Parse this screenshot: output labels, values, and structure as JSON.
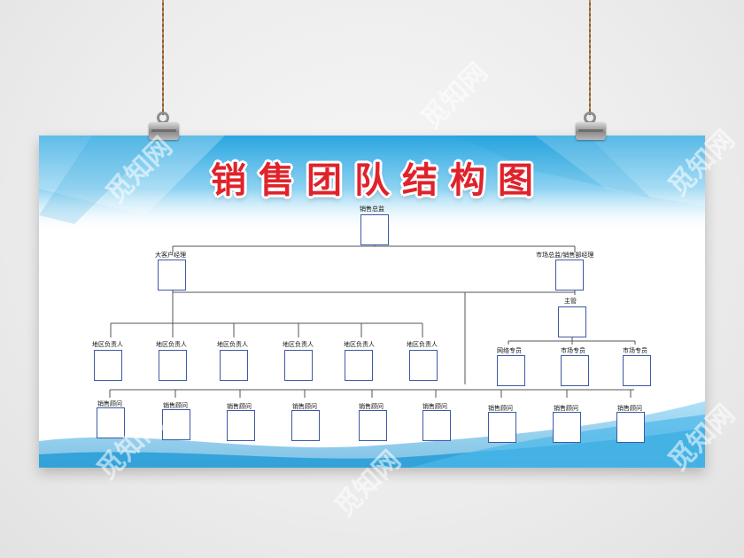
{
  "title": "销售团队结构图",
  "watermark": "觅知网",
  "colors": {
    "accent_red": "#e0222b",
    "box_border": "#3d5aa8",
    "line": "#555555",
    "blue": "#1e9ad6"
  },
  "nodes": {
    "director": "销售总监",
    "key_account_manager": "大客户经理",
    "marketing_director": "市场总监/销售部经理",
    "supervisor": "主管",
    "regional_managers": [
      "地区负责人",
      "地区负责人",
      "地区负责人",
      "地区负责人",
      "地区负责人",
      "地区负责人"
    ],
    "specialists": [
      "网络专员",
      "市场专员",
      "市场专员"
    ],
    "consultants": [
      "销售顾问",
      "销售顾问",
      "销售顾问",
      "销售顾问",
      "销售顾问",
      "销售顾问",
      "销售顾问",
      "销售顾问",
      "销售顾问"
    ]
  }
}
